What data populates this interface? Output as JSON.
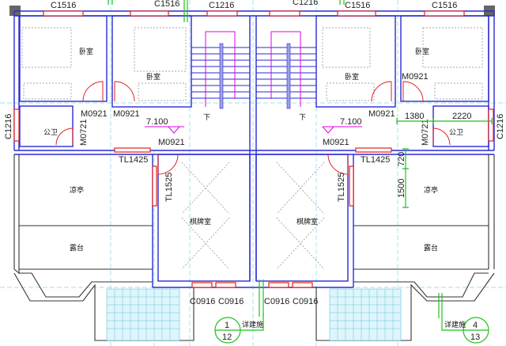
{
  "colors": {
    "wall": "#2a2ad6",
    "window": "#e02020",
    "stair_arrow": "#e000e0",
    "dimension": "#20c020",
    "axis": "#7fd9e6"
  },
  "windows_top": [
    "C1516",
    "C1516",
    "C1216",
    "C1216",
    "C1516",
    "C1516"
  ],
  "windows_side": [
    "C1216",
    "C1216"
  ],
  "windows_bottom": [
    "C0916",
    "C0916",
    "C0916",
    "C0916"
  ],
  "doors": {
    "m0921": "M0921",
    "m0721": "M0721",
    "tl1425": "TL1425",
    "tl1525": "TL1525"
  },
  "rooms": {
    "bedroom": "卧室",
    "bathroom": "公卫",
    "pavilion": "凉亭",
    "terrace": "露台",
    "card_room": "棋牌室",
    "stair_down": "下"
  },
  "elevation": "7.100",
  "dimensions": {
    "d1380": "1380",
    "d2220": "2220",
    "d720": "720",
    "d1500": "1500"
  },
  "details": [
    {
      "num": "1",
      "sheet": "12",
      "label": "详建施"
    },
    {
      "num": "4",
      "sheet": "13",
      "label": "详建施"
    }
  ]
}
